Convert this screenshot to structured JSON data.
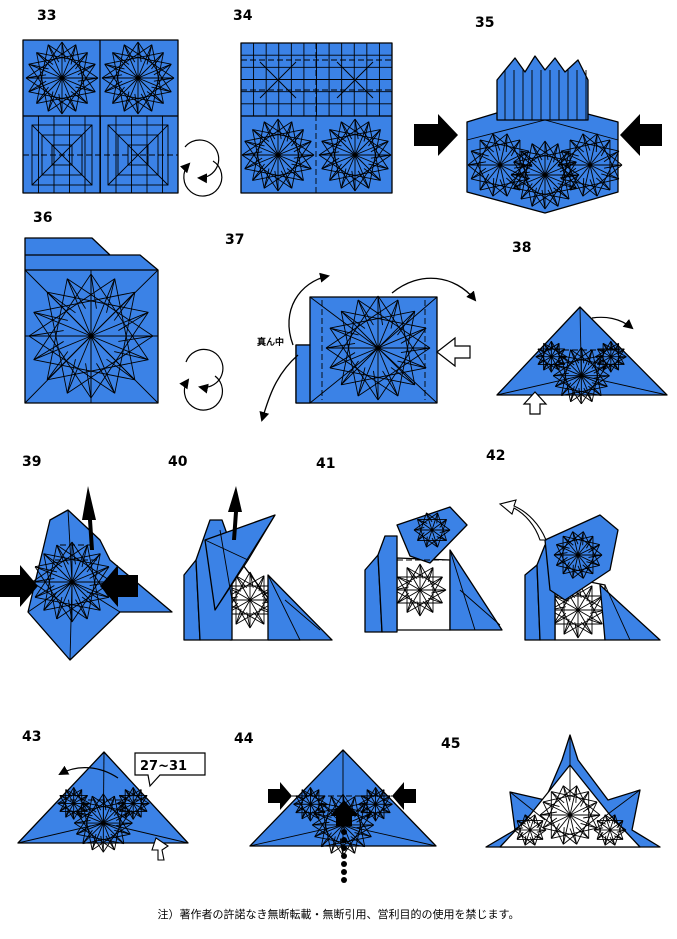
{
  "steps": [
    {
      "id": "step-33",
      "label": "33"
    },
    {
      "id": "step-34",
      "label": "34"
    },
    {
      "id": "step-35",
      "label": "35"
    },
    {
      "id": "step-36",
      "label": "36"
    },
    {
      "id": "step-37",
      "label": "37",
      "center_label": "真ん中"
    },
    {
      "id": "step-38",
      "label": "38"
    },
    {
      "id": "step-39",
      "label": "39"
    },
    {
      "id": "step-40",
      "label": "40"
    },
    {
      "id": "step-41",
      "label": "41"
    },
    {
      "id": "step-42",
      "label": "42"
    },
    {
      "id": "step-43",
      "label": "43",
      "reference": "27~31"
    },
    {
      "id": "step-44",
      "label": "44"
    },
    {
      "id": "step-45",
      "label": "45"
    }
  ],
  "colors": {
    "paper": "#3b82e6",
    "back": "#ffffff",
    "line": "#000000"
  },
  "footer": {
    "note": "注）著作者の許諾なき無断転載・無断引用、営利目的の使用を禁じます。"
  }
}
